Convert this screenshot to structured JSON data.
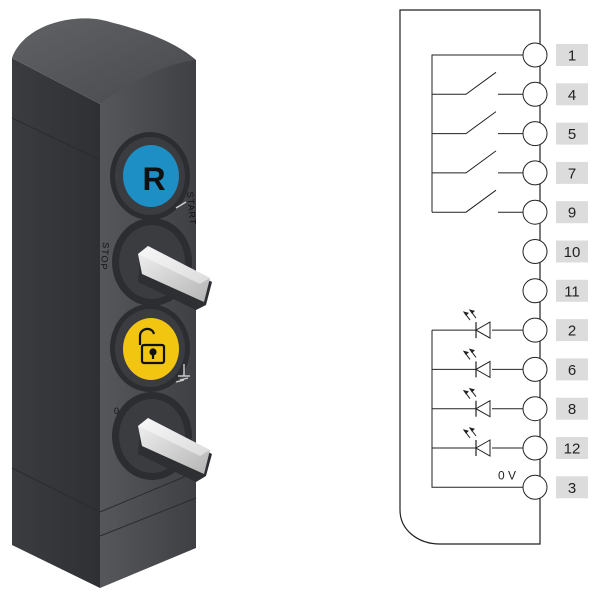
{
  "device": {
    "reset_button_letter": "R",
    "selector_top_right_label": "START",
    "selector_top_left_label": "STOP",
    "selector_bottom_left_label": "0",
    "colors": {
      "housing": "#4a4c50",
      "reset_button": "#1d8fc4",
      "unlock_button": "#f2c511",
      "knob": "#d8d8d8"
    },
    "icons": [
      "reset-r-icon",
      "unlock-padlock-icon",
      "lock-symbol-icon"
    ]
  },
  "diagram": {
    "terminals": [
      {
        "number": "1",
        "kind": "common"
      },
      {
        "number": "4",
        "kind": "switch"
      },
      {
        "number": "5",
        "kind": "switch"
      },
      {
        "number": "7",
        "kind": "switch"
      },
      {
        "number": "9",
        "kind": "switch"
      },
      {
        "number": "10",
        "kind": "none"
      },
      {
        "number": "11",
        "kind": "none"
      },
      {
        "number": "2",
        "kind": "led"
      },
      {
        "number": "6",
        "kind": "led"
      },
      {
        "number": "8",
        "kind": "led"
      },
      {
        "number": "12",
        "kind": "led"
      },
      {
        "number": "3",
        "kind": "ground",
        "label": "0 V"
      }
    ],
    "colors": {
      "line": "#222222",
      "pin_label_bg": "#dcdcdc"
    }
  }
}
